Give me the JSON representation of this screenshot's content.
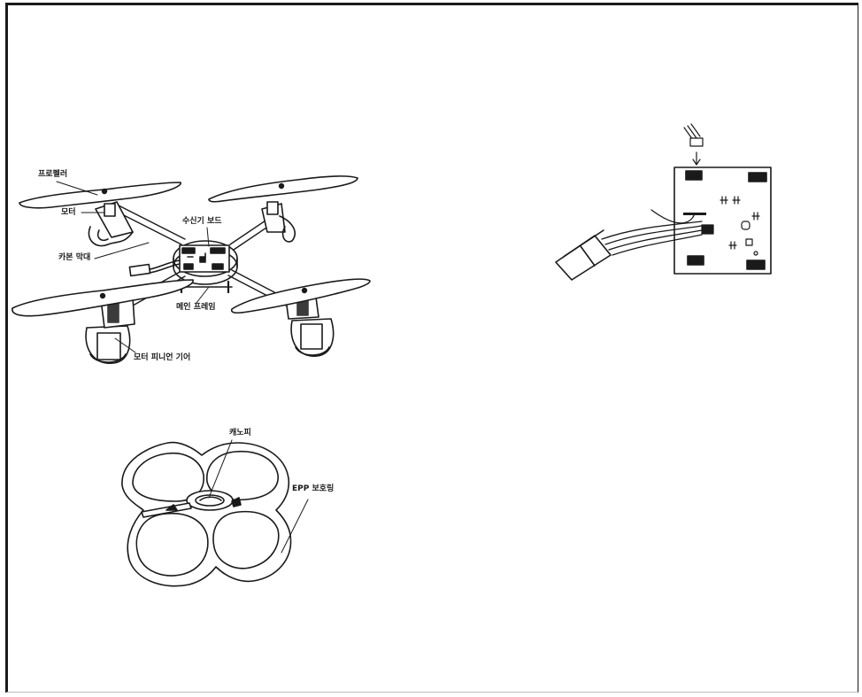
{
  "labels": {
    "propeller": "프로펠러",
    "motor": "모터",
    "receiver_board": "수신기 보드",
    "carbon_rod": "카본 막대",
    "main_frame": "메인 프레임",
    "motor_pinion_gear": "모터 피니언 기어",
    "canopy": "캐노피",
    "epp_ring": "EPP 보호링"
  }
}
